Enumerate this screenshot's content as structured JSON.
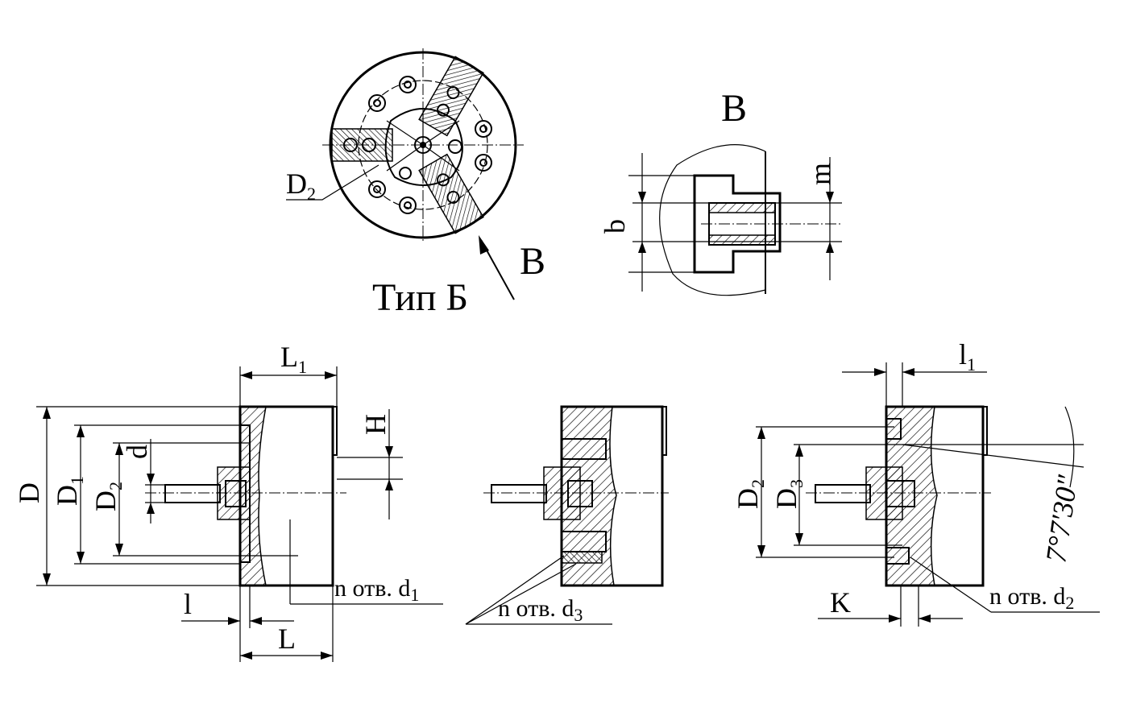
{
  "labels": {
    "view_letter": "B",
    "view_arrow_letter": "B",
    "type_caption": "Тип Б",
    "D": "D",
    "D1_main": "D",
    "D1_sub": "1",
    "D2_main": "D",
    "D2_sub": "2",
    "d": "d",
    "H": "H",
    "L": "L",
    "L1_main": "L",
    "L1_sub": "1",
    "l": "l",
    "l1_main": "l",
    "l1_sub": "1",
    "b": "b",
    "m": "m",
    "K": "K",
    "D3_main": "D",
    "D3_sub": "3",
    "D2b_main": "D",
    "D2b_sub": "2",
    "D2top_main": "D",
    "D2top_sub": "2",
    "holes_d1_main": "n отв. d",
    "holes_d1_sub": "1",
    "holes_d3_main": "n отв. d",
    "holes_d3_sub": "3",
    "holes_d2_main": "n отв. d",
    "holes_d2_sub": "2",
    "angle": "7°7'30\""
  }
}
